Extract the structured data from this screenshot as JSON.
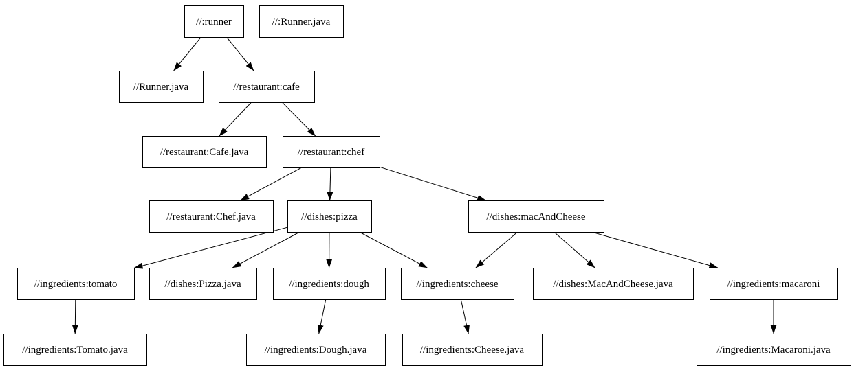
{
  "graph": {
    "background": "#ffffff",
    "node_fill": "#ffffff",
    "node_border": "#000000",
    "edge_color": "#000000",
    "nodes": [
      {
        "id": "runner",
        "label": "//:runner"
      },
      {
        "id": "runner-java-file",
        "label": "//:Runner.java"
      },
      {
        "id": "runner-java",
        "label": "//Runner.java"
      },
      {
        "id": "cafe",
        "label": "//restaurant:cafe"
      },
      {
        "id": "cafe-java",
        "label": "//restaurant:Cafe.java"
      },
      {
        "id": "chef",
        "label": "//restaurant:chef"
      },
      {
        "id": "chef-java",
        "label": "//restaurant:Chef.java"
      },
      {
        "id": "pizza",
        "label": "//dishes:pizza"
      },
      {
        "id": "mac-and-cheese",
        "label": "//dishes:macAndCheese"
      },
      {
        "id": "tomato",
        "label": "//ingredients:tomato"
      },
      {
        "id": "pizza-java",
        "label": "//dishes:Pizza.java"
      },
      {
        "id": "dough",
        "label": "//ingredients:dough"
      },
      {
        "id": "cheese",
        "label": "//ingredients:cheese"
      },
      {
        "id": "mac-and-cheese-java",
        "label": "//dishes:MacAndCheese.java"
      },
      {
        "id": "macaroni",
        "label": "//ingredients:macaroni"
      },
      {
        "id": "tomato-java",
        "label": "//ingredients:Tomato.java"
      },
      {
        "id": "dough-java",
        "label": "//ingredients:Dough.java"
      },
      {
        "id": "cheese-java",
        "label": "//ingredients:Cheese.java"
      },
      {
        "id": "macaroni-java",
        "label": "//ingredients:Macaroni.java"
      }
    ],
    "edges": [
      {
        "from": "runner",
        "to": "runner-java"
      },
      {
        "from": "runner",
        "to": "cafe"
      },
      {
        "from": "cafe",
        "to": "cafe-java"
      },
      {
        "from": "cafe",
        "to": "chef"
      },
      {
        "from": "chef",
        "to": "chef-java"
      },
      {
        "from": "chef",
        "to": "pizza"
      },
      {
        "from": "chef",
        "to": "mac-and-cheese"
      },
      {
        "from": "pizza",
        "to": "tomato"
      },
      {
        "from": "pizza",
        "to": "pizza-java"
      },
      {
        "from": "pizza",
        "to": "dough"
      },
      {
        "from": "pizza",
        "to": "cheese"
      },
      {
        "from": "mac-and-cheese",
        "to": "cheese"
      },
      {
        "from": "mac-and-cheese",
        "to": "mac-and-cheese-java"
      },
      {
        "from": "mac-and-cheese",
        "to": "macaroni"
      },
      {
        "from": "tomato",
        "to": "tomato-java"
      },
      {
        "from": "dough",
        "to": "dough-java"
      },
      {
        "from": "cheese",
        "to": "cheese-java"
      },
      {
        "from": "macaroni",
        "to": "macaroni-java"
      }
    ]
  }
}
